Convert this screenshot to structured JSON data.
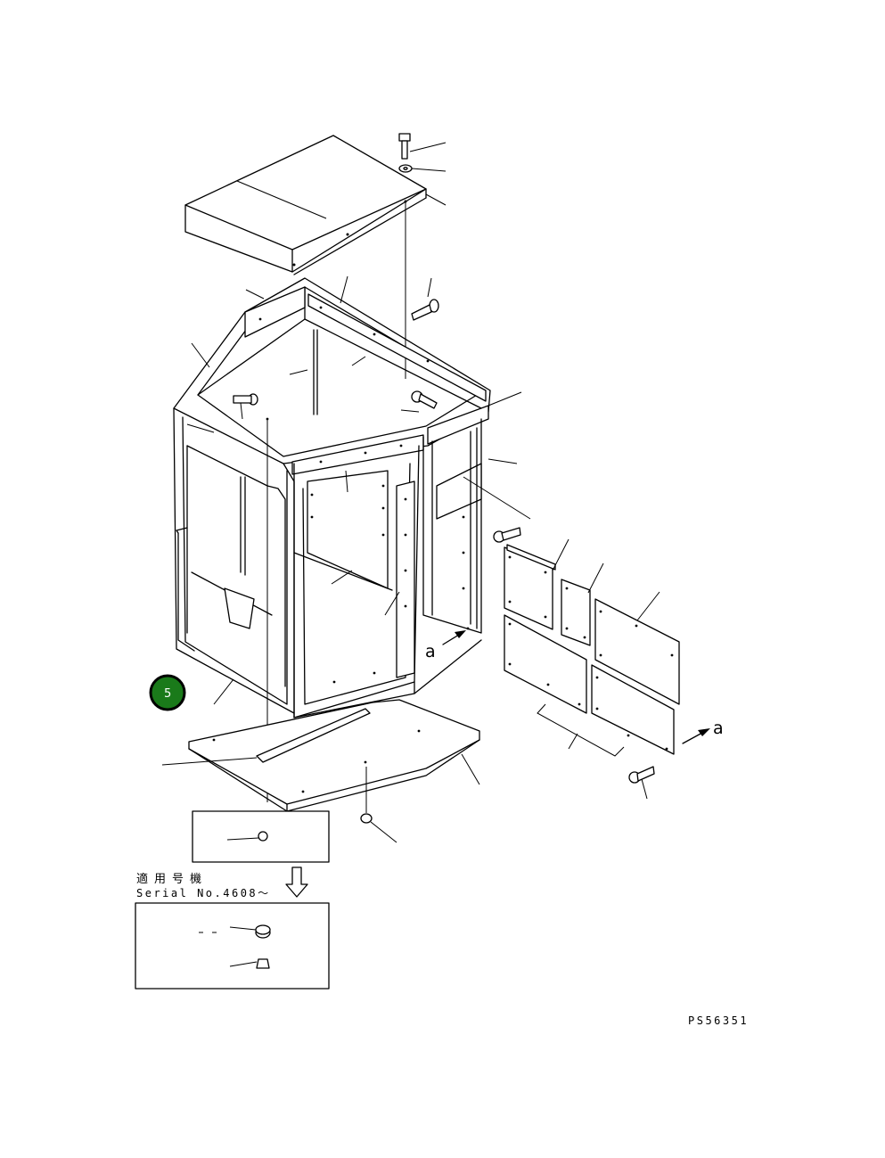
{
  "diagram": {
    "arrow_labels": [
      "a",
      "a"
    ],
    "badge": {
      "label": "5",
      "color": "#1a7a1a",
      "border_color": "#000000"
    },
    "applicable_title": "適用号機",
    "serial_text": "Serial No.4608～",
    "figure_code": "PS56351"
  }
}
